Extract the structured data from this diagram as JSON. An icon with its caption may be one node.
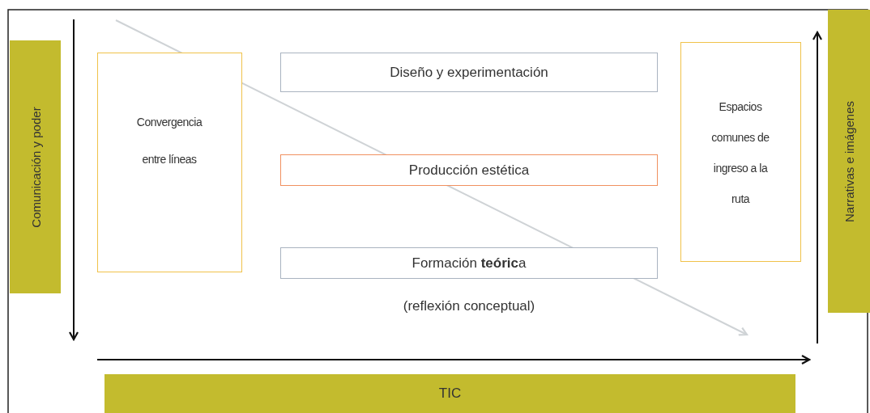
{
  "diagram": {
    "nodes": [
      {
        "text": [
          "Comunicación y poder"
        ]
      },
      {
        "text": [
          "Convergencia entre líneas"
        ]
      },
      {
        "text": [
          "Diseño y experimentación"
        ]
      },
      {
        "text": [
          "Producción estética"
        ]
      },
      {
        "text": [
          "Formación **teóric**a"
        ],
        "beside": [
          "(reflexión conceptual)"
        ]
      },
      {
        "text": [
          "Espacios comunes de ingreso a la ruta"
        ]
      },
      {
        "text": [
          "Narrativas e imágenes"
        ]
      },
      {
        "text": [
          "TIC"
        ]
      }
    ]
  }
}
